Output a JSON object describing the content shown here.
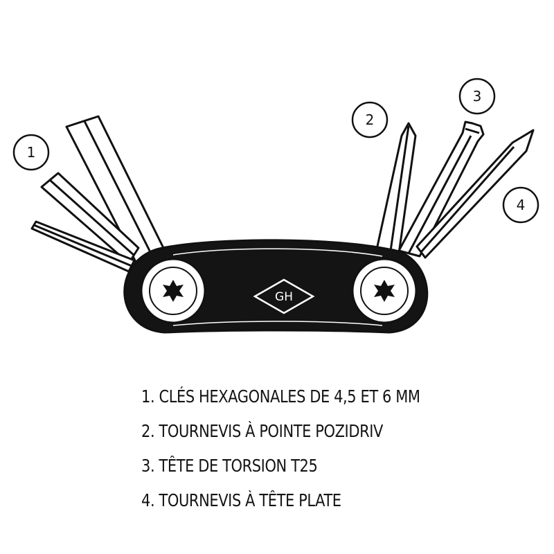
{
  "diagram": {
    "callouts": [
      "1",
      "2",
      "3",
      "4"
    ],
    "brand": "GH",
    "colors": {
      "ink": "#111111",
      "fill": "#ffffff",
      "body": "#141414"
    }
  },
  "legend": {
    "items": [
      "1. CLÉS HEXAGONALES DE 4,5 ET 6 MM",
      "2. TOURNEVIS À POINTE POZIDRIV",
      "3. TÊTE DE TORSION T25",
      "4. TOURNEVIS À TÊTE PLATE"
    ]
  }
}
